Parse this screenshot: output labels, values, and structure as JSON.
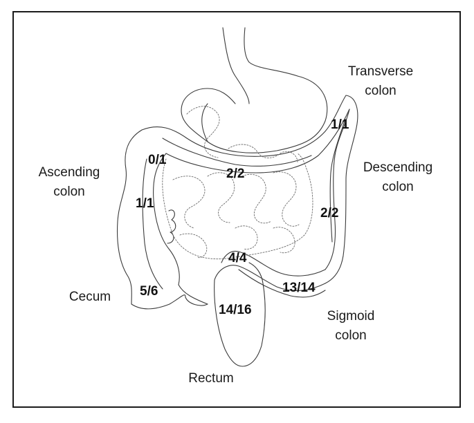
{
  "region_labels": {
    "transverse": {
      "line1": "Transverse",
      "line2": "colon"
    },
    "ascending": {
      "line1": "Ascending",
      "line2": "colon"
    },
    "descending": {
      "line1": "Descending",
      "line2": "colon"
    },
    "cecum": "Cecum",
    "sigmoid": {
      "line1": "Sigmoid",
      "line2": "colon"
    },
    "rectum": "Rectum"
  },
  "ratios": {
    "transverse_right": "1/1",
    "ascending_upper": "0/1",
    "transverse_mid": "2/2",
    "ascending_lower": "1/1",
    "descending": "2/2",
    "sigmoid_upper": "4/4",
    "cecum": "5/6",
    "sigmoid": "13/14",
    "rectum": "14/16"
  },
  "colors": {
    "line": "#3a3a3a",
    "frame": "#1a1a1a",
    "text": "#1a1a1a"
  }
}
